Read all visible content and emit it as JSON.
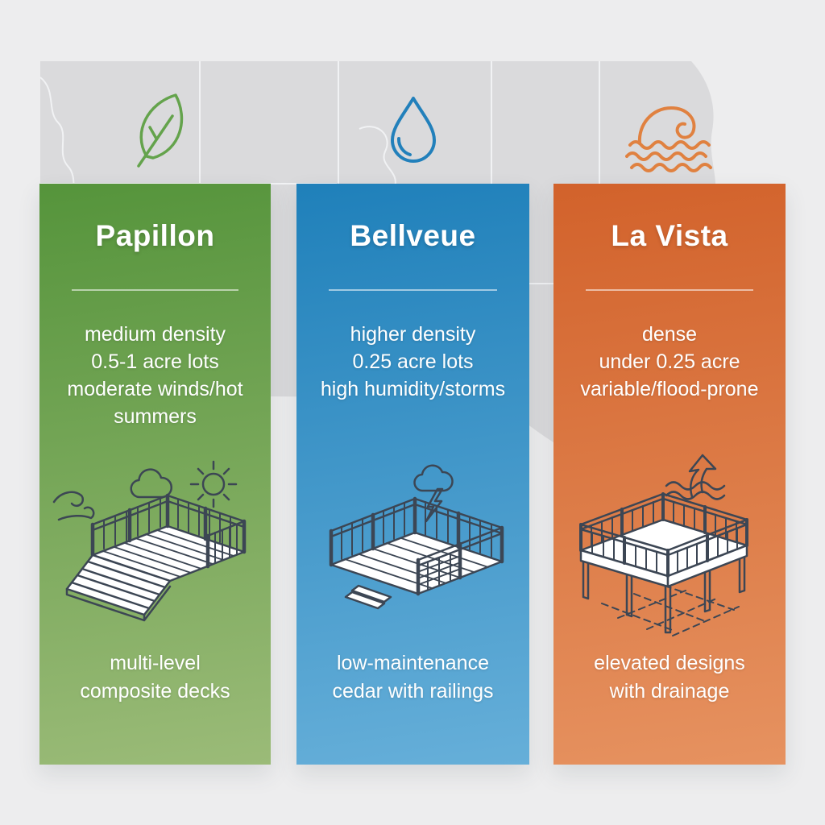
{
  "page": {
    "background": "#ededee",
    "divider_color": "rgba(255,255,255,0.55)",
    "illustration_stroke": "#3c4654",
    "text_color": "#ffffff"
  },
  "map": {
    "name": "nebraska-county-map",
    "fill": "#dadadc",
    "line_color": "#f1f2f4"
  },
  "columns": [
    {
      "title": "Papillon",
      "topic_icon": "leaf-icon",
      "accent": "#64a34c",
      "gradient_top": "#55943b",
      "gradient_bottom": "#9bbb78",
      "climate": [
        "medium density",
        "0.5-1 acre lots",
        "moderate winds/hot summers"
      ],
      "deck_recommendation": [
        "multi-level",
        "composite decks"
      ],
      "illustration": "ground-level deck with wide stairs under wind, cloud and sun"
    },
    {
      "title": "Bellveue",
      "topic_icon": "water-drop-icon",
      "accent": "#2280bb",
      "gradient_top": "#1f80ba",
      "gradient_bottom": "#66afd9",
      "climate": [
        "higher density",
        "0.25 acre lots",
        "high humidity/storms"
      ],
      "deck_recommendation": [
        "low-maintenance",
        "cedar with railings"
      ],
      "illustration": "railed cedar deck under storm cloud with lightning"
    },
    {
      "title": "La Vista",
      "topic_icon": "wave-icon",
      "accent": "#e08140",
      "gradient_top": "#d2622b",
      "gradient_bottom": "#e69260",
      "climate": [
        "dense",
        "under 0.25 acre",
        "variable/flood-prone"
      ],
      "deck_recommendation": [
        "elevated designs",
        "with drainage"
      ],
      "illustration": "elevated deck on posts over cracked ground with rising-water arrow"
    }
  ]
}
